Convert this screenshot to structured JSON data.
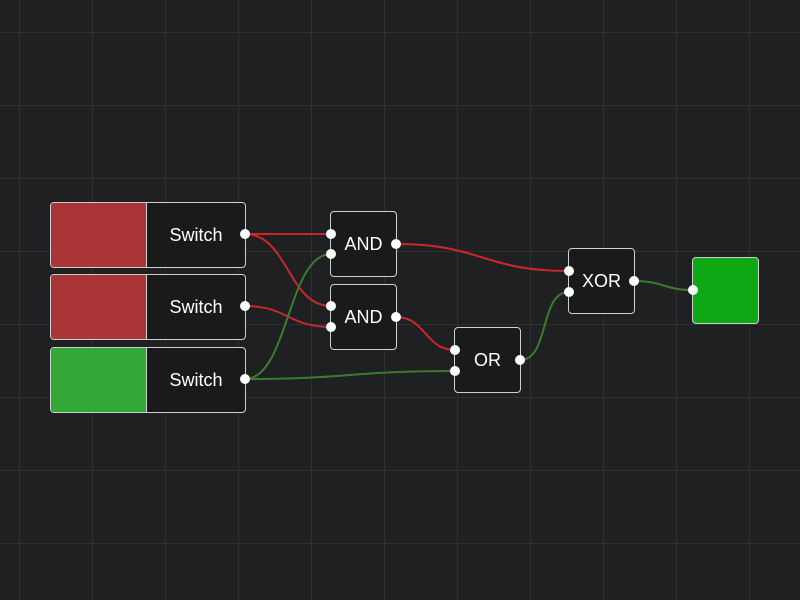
{
  "colors": {
    "off": "#a93537",
    "on": "#33a836",
    "lamp_on": "#0fa815",
    "wire_off": "#cc262b",
    "wire_on": "#3d7a2e",
    "border": "#cfd0d2",
    "node_bg": "#1a1a1b",
    "background": "#1f2022"
  },
  "switches": [
    {
      "label": "Switch",
      "state": "off"
    },
    {
      "label": "Switch",
      "state": "off"
    },
    {
      "label": "Switch",
      "state": "on"
    }
  ],
  "gates": {
    "and1": {
      "label": "AND"
    },
    "and2": {
      "label": "AND"
    },
    "or1": {
      "label": "OR"
    },
    "xor1": {
      "label": "XOR"
    }
  },
  "lamp": {
    "state": "on"
  },
  "wires": [
    {
      "from": "switch1.out",
      "to": "and1.in1",
      "state": "off"
    },
    {
      "from": "switch1.out",
      "to": "and2.in1",
      "state": "off"
    },
    {
      "from": "switch2.out",
      "to": "and2.in2",
      "state": "off"
    },
    {
      "from": "switch3.out",
      "to": "and1.in2",
      "state": "on"
    },
    {
      "from": "switch3.out",
      "to": "or1.in2",
      "state": "on"
    },
    {
      "from": "and1.out",
      "to": "xor1.in1",
      "state": "off"
    },
    {
      "from": "and2.out",
      "to": "or1.in1",
      "state": "off"
    },
    {
      "from": "or1.out",
      "to": "xor1.in2",
      "state": "on"
    },
    {
      "from": "xor1.out",
      "to": "lamp.in",
      "state": "on"
    }
  ]
}
